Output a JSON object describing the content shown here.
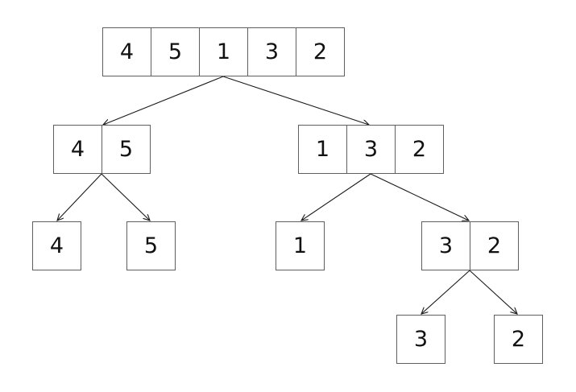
{
  "diagram": {
    "description": "Merge sort divide phase tree of array [4, 5, 1, 3, 2]",
    "colors": {
      "background": "#ffffff",
      "box_border": "#5f5f5f",
      "arrow": "#1a1a1a",
      "text": "#111111"
    },
    "tree": {
      "nodes": [
        {
          "id": "root",
          "cells": [
            "4",
            "5",
            "1",
            "3",
            "2"
          ]
        },
        {
          "id": "left",
          "cells": [
            "4",
            "5"
          ]
        },
        {
          "id": "right",
          "cells": [
            "1",
            "3",
            "2"
          ]
        },
        {
          "id": "leaf-4",
          "cells": [
            "4"
          ]
        },
        {
          "id": "leaf-5",
          "cells": [
            "5"
          ]
        },
        {
          "id": "leaf-1",
          "cells": [
            "1"
          ]
        },
        {
          "id": "pair-32",
          "cells": [
            "3",
            "2"
          ]
        },
        {
          "id": "leaf-3",
          "cells": [
            "3"
          ]
        },
        {
          "id": "leaf-2",
          "cells": [
            "2"
          ]
        }
      ],
      "edges": [
        {
          "from": "root",
          "to": "left"
        },
        {
          "from": "root",
          "to": "right"
        },
        {
          "from": "left",
          "to": "leaf-4"
        },
        {
          "from": "left",
          "to": "leaf-5"
        },
        {
          "from": "right",
          "to": "leaf-1"
        },
        {
          "from": "right",
          "to": "pair-32"
        },
        {
          "from": "pair-32",
          "to": "leaf-3"
        },
        {
          "from": "pair-32",
          "to": "leaf-2"
        }
      ]
    }
  }
}
